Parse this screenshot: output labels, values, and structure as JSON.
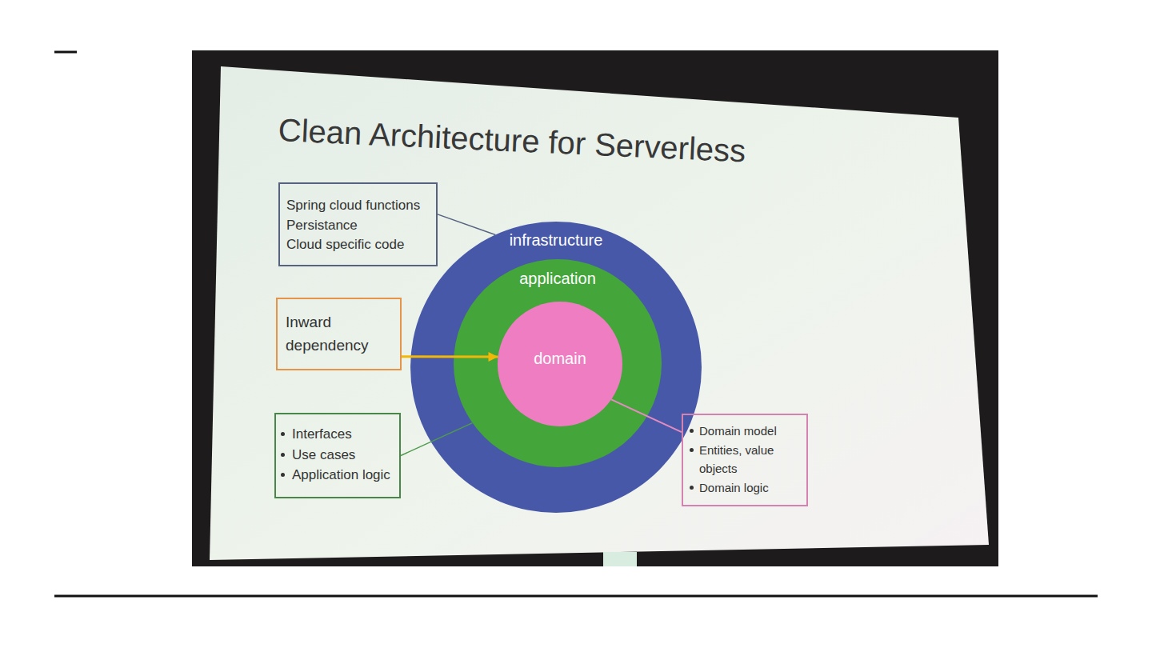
{
  "diagram": {
    "title": "Clean Architecture for Serverless",
    "nodes": [
      {
        "text": [
          "Spring cloud functions",
          "Persistance",
          "Cloud specific code"
        ]
      },
      {
        "text": [
          "infrastructure"
        ]
      },
      {
        "text": [
          "application"
        ],
        "in": 1
      },
      {
        "text": [
          "Inward dependency"
        ]
      },
      {
        "text": [
          "domain"
        ],
        "in": 2
      },
      {
        "text": [
          "Interfaces",
          "Use cases",
          "Application logic"
        ]
      },
      {
        "text": [
          "Domain model",
          "Entities, value objects",
          "Domain logic"
        ]
      }
    ],
    "edges": [
      {
        "from": 0,
        "to": 1,
        "arrow": "none"
      },
      {
        "from": 3,
        "to": 4,
        "arrow": "to"
      },
      {
        "from": 5,
        "to": 2,
        "arrow": "none"
      },
      {
        "from": 6,
        "to": 4,
        "arrow": "none"
      }
    ]
  }
}
